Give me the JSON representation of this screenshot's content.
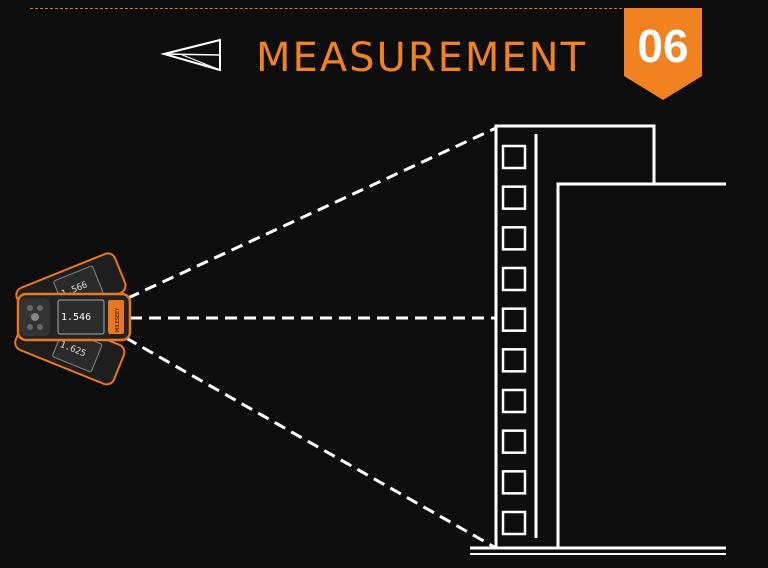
{
  "header": {
    "title": "MEASUREMENT",
    "badge_number": "06"
  },
  "icons": {
    "send_icon": "paper-plane-arrow-icon",
    "device": "laser-distance-meter-icon"
  },
  "device": {
    "screen_readings": [
      "1.566",
      "1.546",
      "1.625"
    ],
    "brand_logo": "MILESEEY"
  },
  "building": {
    "window_count": 10
  },
  "colors": {
    "accent": "#f08220",
    "background": "#0d0d0d",
    "line": "#ffffff"
  }
}
